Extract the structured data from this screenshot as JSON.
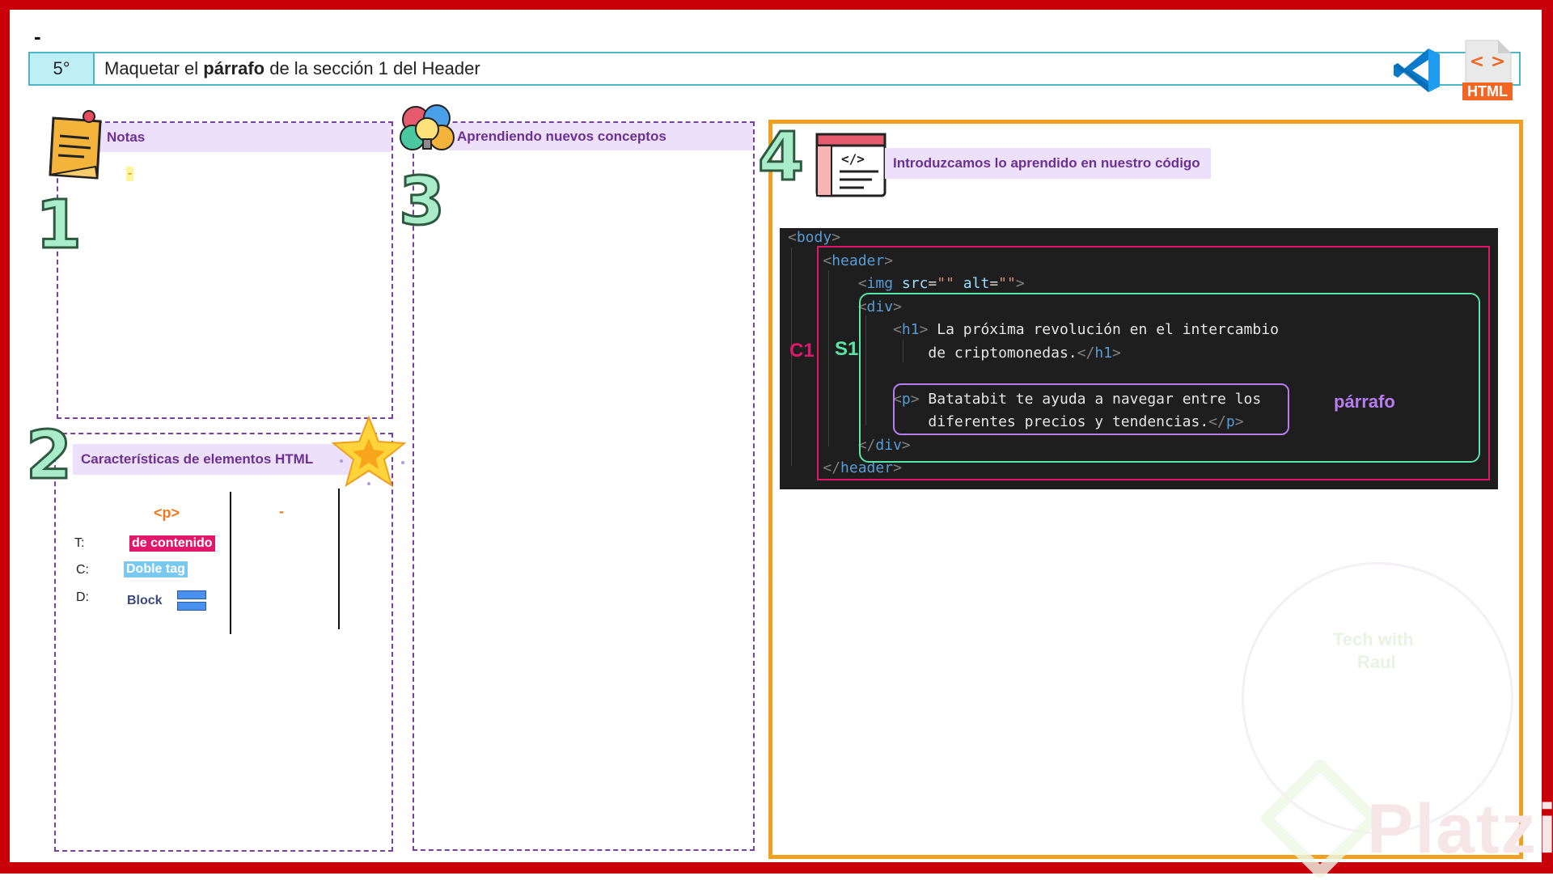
{
  "page": {
    "top_mark": "-",
    "step_number": "5°",
    "title_prefix": "Maquetar el ",
    "title_bold": "párrafo",
    "title_suffix": " de la sección 1 del Header",
    "html_icon_label": "HTML",
    "html_icon_glyph": "< >"
  },
  "colors": {
    "frame": "#c8000a",
    "title_border": "#4cb6c4",
    "step_fill": "#bdeff4",
    "panel_dash": "#7b3fa0",
    "label_band": "#ede0fb",
    "code_frame": "#f0a020",
    "container_box": "#e0186c",
    "section_box": "#57e5a8",
    "paragraph_box": "#b77cf0"
  },
  "notes": {
    "number": "1",
    "title": "Notas",
    "content": "-"
  },
  "characteristics": {
    "number": "2",
    "title": "Características de elementos HTML",
    "tag": "<p>",
    "second_column_mark": "-",
    "rows": [
      {
        "key": "T:",
        "value": "de contenido",
        "color": "#e0186c"
      },
      {
        "key": "C:",
        "value": "Doble tag",
        "color": "#78c8f0"
      },
      {
        "key": "D:",
        "value": "Block",
        "color": "#3c78e6"
      }
    ]
  },
  "concepts": {
    "number": "3",
    "title": "Aprendiendo nuevos conceptos"
  },
  "code_section": {
    "number": "4",
    "title": "Introduzcamos lo aprendido en nuestro código",
    "container_label": "C1",
    "section_label": "S1",
    "paragraph_label": "párrafo",
    "lines": {
      "body_tag": "body",
      "header_tag": "header",
      "img_tag": "img",
      "src_attr": "src",
      "alt_attr": "alt",
      "empty_value": "\"\"",
      "div_tag": "div",
      "h1_tag": "h1",
      "h1_text_1": "La próxima revolución en el intercambio",
      "h1_text_2": "de criptomonedas.",
      "p_tag": "p",
      "p_text_1": "Batatabit te ayuda a navegar entre los",
      "p_text_2": "diferentes precios y tendencias."
    }
  },
  "watermark": {
    "brand": "Platzi",
    "avatar_text_1": "Tech with",
    "avatar_text_2": "Raul"
  }
}
